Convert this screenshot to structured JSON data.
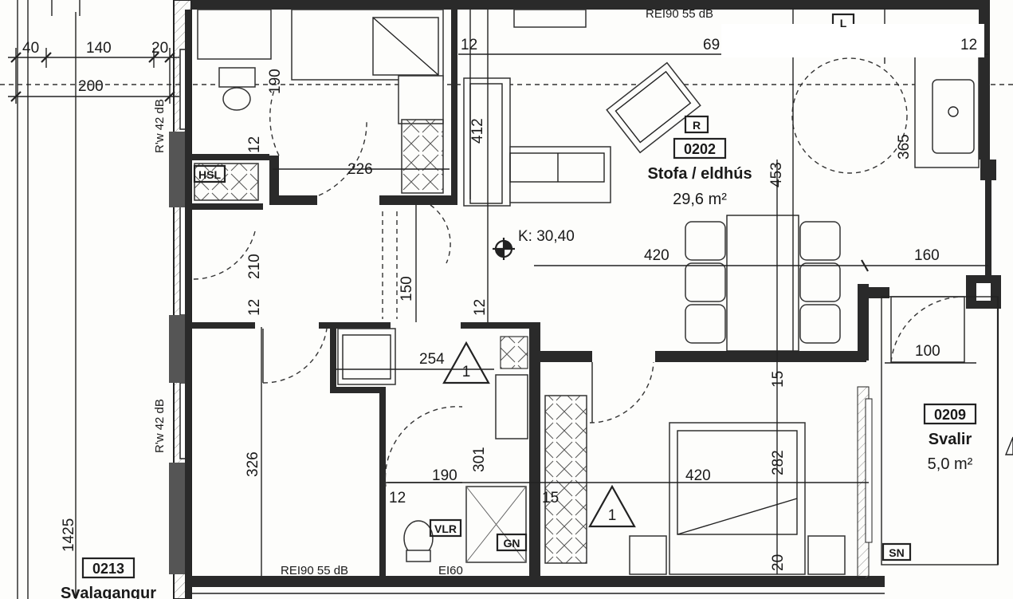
{
  "plan": {
    "rooms": [
      {
        "id": "0202",
        "name": "Stofa / eldhús",
        "area": "29,6 m²"
      },
      {
        "id": "0209",
        "name": "Svalir",
        "area": "5,0 m²"
      },
      {
        "id": "0213",
        "name": "Svalagangur"
      }
    ],
    "tags": {
      "hsl": "HSL",
      "vlr": "VLR",
      "gn": "GN",
      "sn": "SN",
      "r": "R",
      "l": "L"
    },
    "markers": {
      "elevation": "K: 30,40",
      "section_1": "1",
      "section_2": "1"
    },
    "wall_ratings": {
      "top": "REI90 55 dB",
      "bottom": "REI90 55 dB",
      "left_upper": "R'w 42 dB",
      "left_lower": "R'w 42 dB",
      "door_ei": "EI60"
    },
    "dimensions": {
      "d40": "40",
      "d140": "140",
      "d20a": "20",
      "d200": "200",
      "d190v": "190",
      "d12a": "12",
      "d69": "69",
      "d12b": "12",
      "d412": "412",
      "d226": "226",
      "d453": "453",
      "d365": "365",
      "d210": "210",
      "d12c": "12",
      "d150": "150",
      "d12d": "12",
      "d420a": "420",
      "d160": "160",
      "d254": "254",
      "d100": "100",
      "d15a": "15",
      "d301": "301",
      "d326": "326",
      "d190h": "190",
      "d420b": "420",
      "d282": "282",
      "d12e": "12",
      "d15b": "15",
      "d20b": "20",
      "d1425": "1425",
      "d12f": "12"
    }
  }
}
